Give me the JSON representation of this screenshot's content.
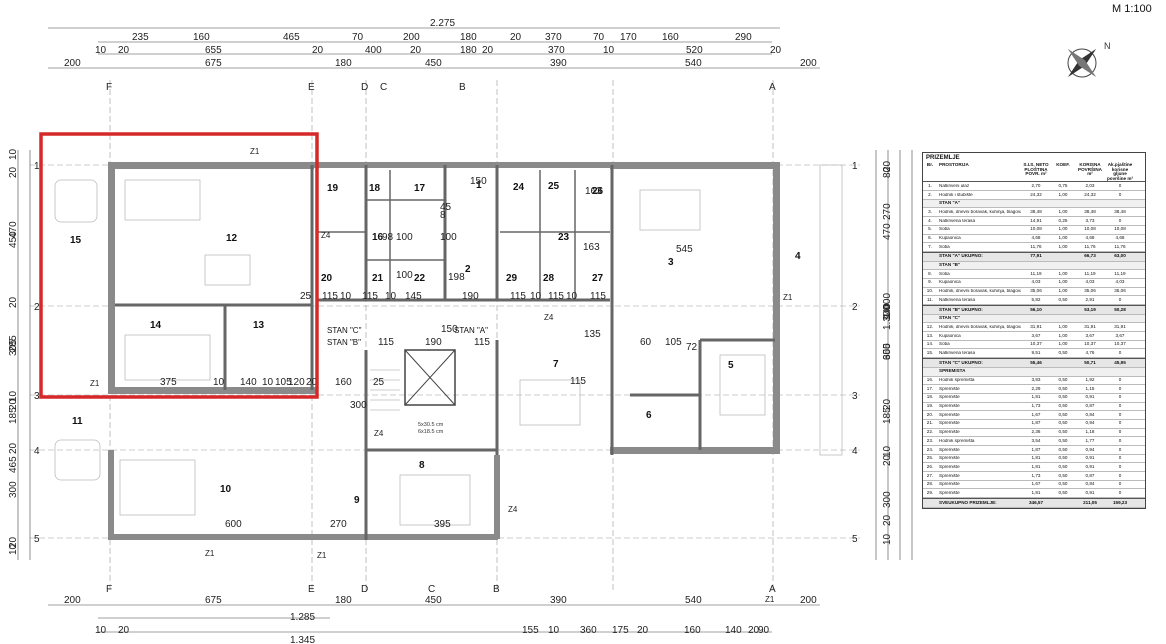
{
  "scale": "M 1:100",
  "colors": {
    "highlight": "#d62828",
    "wall": "#555555",
    "grid": "#888888"
  },
  "compass": {
    "north": "N"
  },
  "axes": {
    "vertical": [
      "F",
      "E",
      "D",
      "C",
      "B",
      "A"
    ],
    "horizontal": [
      "1",
      "2",
      "3",
      "4",
      "5"
    ]
  },
  "dims_top": {
    "overall": "2.275",
    "row1": [
      "235",
      "160",
      "465",
      "70",
      "200",
      "180",
      "20",
      "370",
      "70",
      "170",
      "160",
      "290"
    ],
    "row2": [
      "10",
      "20",
      "655",
      "20",
      "400",
      "20",
      "180",
      "20",
      "370",
      "10",
      "520",
      "20"
    ],
    "row3": [
      "200",
      "675",
      "180",
      "450",
      "390",
      "540",
      "200"
    ]
  },
  "dims_bottom": {
    "row1": [
      "200",
      "675",
      "180",
      "450",
      "390",
      "540",
      "200"
    ],
    "row2": [
      "1.285"
    ],
    "row3": [
      "10",
      "20",
      "155",
      "10",
      "360",
      "175",
      "20",
      "160",
      "140",
      "20",
      "90"
    ],
    "row4": [
      "1.345"
    ]
  },
  "dims_left": [
    "10",
    "20",
    "470",
    "450",
    "20",
    "285",
    "305",
    "10",
    "20",
    "185",
    "465",
    "20",
    "300",
    "10",
    "20"
  ],
  "dims_right": [
    "20",
    "80",
    "270",
    "470",
    "940",
    "1.000",
    "1.300",
    "305",
    "650",
    "20",
    "185",
    "10",
    "20",
    "300",
    "20",
    "10"
  ],
  "rooms": [
    "1",
    "2",
    "3",
    "4",
    "5",
    "6",
    "7",
    "8",
    "9",
    "10",
    "11",
    "12",
    "13",
    "14",
    "15",
    "16",
    "17",
    "18",
    "19",
    "20",
    "21",
    "22",
    "23",
    "24",
    "25",
    "26",
    "27",
    "28",
    "29"
  ],
  "zones": [
    "Z1",
    "Z1",
    "Z1",
    "Z1",
    "Z1",
    "Z1",
    "Z4",
    "Z4",
    "Z4",
    "Z4"
  ],
  "stan_labels": [
    "STAN \"C\"",
    "STAN \"B\"",
    "STAN \"A\""
  ],
  "interior_dims": [
    "115",
    "10",
    "115",
    "10",
    "145",
    "190",
    "115",
    "10",
    "115",
    "10",
    "115",
    "25",
    "375",
    "10",
    "140",
    "10",
    "105",
    "120",
    "20",
    "160",
    "25",
    "115",
    "190",
    "115",
    "150",
    "135",
    "60",
    "105",
    "72",
    "545",
    "115",
    "600",
    "270",
    "395",
    "300",
    "98",
    "100",
    "198",
    "100",
    "163",
    "163",
    "150",
    "45",
    "8",
    "100"
  ],
  "stair_note": "5x30.5 cm",
  "stair_note2": "6x18.5 cm",
  "legend": {
    "title": "PRIZEMLJE",
    "columns": [
      "Br.",
      "PROSTORIJA",
      "S.I.S. NETO PLOŠTINA POVR. m²",
      "KOEF.",
      "KORISNA POVRŠINA m²",
      "Ak.pjaštine korisne gljune površine m²"
    ],
    "rows": [
      {
        "no": "1.",
        "name": "Natkriveni ulaz",
        "a": "2,70",
        "k": "0,75",
        "b": "2,03",
        "c": "0"
      },
      {
        "no": "2.",
        "name": "Hodnik i stubište",
        "a": "24,32",
        "k": "1,00",
        "b": "24,32",
        "c": "0"
      },
      {
        "no": "",
        "name": "STAN \"A\"",
        "a": "",
        "k": "",
        "b": "",
        "c": "",
        "type": "sub"
      },
      {
        "no": "3.",
        "name": "Hodnik, dnevni boravak, kuhinja, blagovaonica",
        "a": "38,48",
        "k": "1,00",
        "b": "38,48",
        "c": "38,48"
      },
      {
        "no": "4.",
        "name": "Natkrivena terasa",
        "a": "14,91",
        "k": "0,25",
        "b": "3,73",
        "c": "0"
      },
      {
        "no": "5.",
        "name": "Soba",
        "a": "10,08",
        "k": "1,00",
        "b": "10,08",
        "c": "10,08"
      },
      {
        "no": "6.",
        "name": "Kupaonica",
        "a": "4,68",
        "k": "1,00",
        "b": "4,68",
        "c": "4,68"
      },
      {
        "no": "7.",
        "name": "Soba",
        "a": "11,76",
        "k": "1,00",
        "b": "11,76",
        "c": "11,76"
      },
      {
        "no": "",
        "name": "STAN \"A\" UKUPNO:",
        "a": "77,91",
        "k": "",
        "b": "66,73",
        "c": "63,00",
        "type": "total"
      },
      {
        "no": "",
        "name": "STAN \"B\"",
        "a": "",
        "k": "",
        "b": "",
        "c": "",
        "type": "sub"
      },
      {
        "no": "8.",
        "name": "Soba",
        "a": "11,19",
        "k": "1,00",
        "b": "11,19",
        "c": "11,19"
      },
      {
        "no": "9.",
        "name": "Kupaonica",
        "a": "4,03",
        "k": "1,00",
        "b": "4,03",
        "c": "4,03"
      },
      {
        "no": "10.",
        "name": "Hodnik, dnevni boravak, kuhinja, blagovaonica",
        "a": "35,06",
        "k": "1,00",
        "b": "35,06",
        "c": "35,06"
      },
      {
        "no": "11.",
        "name": "Natkrivena terasa",
        "a": "5,82",
        "k": "0,50",
        "b": "2,91",
        "c": "0"
      },
      {
        "no": "",
        "name": "STAN \"B\" UKUPNO:",
        "a": "56,10",
        "k": "",
        "b": "53,19",
        "c": "50,28",
        "type": "total"
      },
      {
        "no": "",
        "name": "STAN \"C\"",
        "a": "",
        "k": "",
        "b": "",
        "c": "",
        "type": "sub"
      },
      {
        "no": "12.",
        "name": "Hodnik, dnevni boravak, kuhinja, blagovaonica",
        "a": "31,91",
        "k": "1,00",
        "b": "31,91",
        "c": "31,91"
      },
      {
        "no": "13.",
        "name": "Kupaonica",
        "a": "3,67",
        "k": "1,00",
        "b": "3,67",
        "c": "3,67"
      },
      {
        "no": "14.",
        "name": "Soba",
        "a": "10,37",
        "k": "1,00",
        "b": "10,37",
        "c": "10,37"
      },
      {
        "no": "15.",
        "name": "Natkrivena terasa",
        "a": "9,51",
        "k": "0,50",
        "b": "4,76",
        "c": "0"
      },
      {
        "no": "",
        "name": "STAN \"C\" UKUPNO:",
        "a": "55,46",
        "k": "",
        "b": "50,71",
        "c": "45,95",
        "type": "total"
      },
      {
        "no": "",
        "name": "SPREMIŠTA",
        "a": "",
        "k": "",
        "b": "",
        "c": "",
        "type": "sub"
      },
      {
        "no": "16.",
        "name": "Hodnik spremišta",
        "a": "3,83",
        "k": "0,50",
        "b": "1,92",
        "c": "0"
      },
      {
        "no": "17.",
        "name": "Spremište",
        "a": "2,29",
        "k": "0,50",
        "b": "1,15",
        "c": "0"
      },
      {
        "no": "18.",
        "name": "Spremište",
        "a": "1,81",
        "k": "0,50",
        "b": "0,91",
        "c": "0"
      },
      {
        "no": "19.",
        "name": "Spremište",
        "a": "1,73",
        "k": "0,50",
        "b": "0,87",
        "c": "0"
      },
      {
        "no": "20.",
        "name": "Spremište",
        "a": "1,67",
        "k": "0,50",
        "b": "0,84",
        "c": "0"
      },
      {
        "no": "21.",
        "name": "Spremište",
        "a": "1,87",
        "k": "0,50",
        "b": "0,94",
        "c": "0"
      },
      {
        "no": "22.",
        "name": "Spremište",
        "a": "2,36",
        "k": "0,50",
        "b": "1,18",
        "c": "0"
      },
      {
        "no": "23.",
        "name": "Hodnik spremišta",
        "a": "3,54",
        "k": "0,50",
        "b": "1,77",
        "c": "0"
      },
      {
        "no": "24.",
        "name": "Spremište",
        "a": "1,87",
        "k": "0,50",
        "b": "0,94",
        "c": "0"
      },
      {
        "no": "25.",
        "name": "Spremište",
        "a": "1,81",
        "k": "0,50",
        "b": "0,91",
        "c": "0"
      },
      {
        "no": "26.",
        "name": "Spremište",
        "a": "1,81",
        "k": "0,50",
        "b": "0,91",
        "c": "0"
      },
      {
        "no": "27.",
        "name": "Spremište",
        "a": "1,73",
        "k": "0,50",
        "b": "0,87",
        "c": "0"
      },
      {
        "no": "28.",
        "name": "Spremište",
        "a": "1,67",
        "k": "0,50",
        "b": "0,84",
        "c": "0"
      },
      {
        "no": "29.",
        "name": "Spremište",
        "a": "1,81",
        "k": "0,50",
        "b": "0,91",
        "c": "0"
      },
      {
        "no": "",
        "name": "SVEUKUPNO PRIZEMLJE:",
        "a": "346,57",
        "k": "",
        "b": "211,05",
        "c": "159,23",
        "type": "total"
      }
    ]
  }
}
